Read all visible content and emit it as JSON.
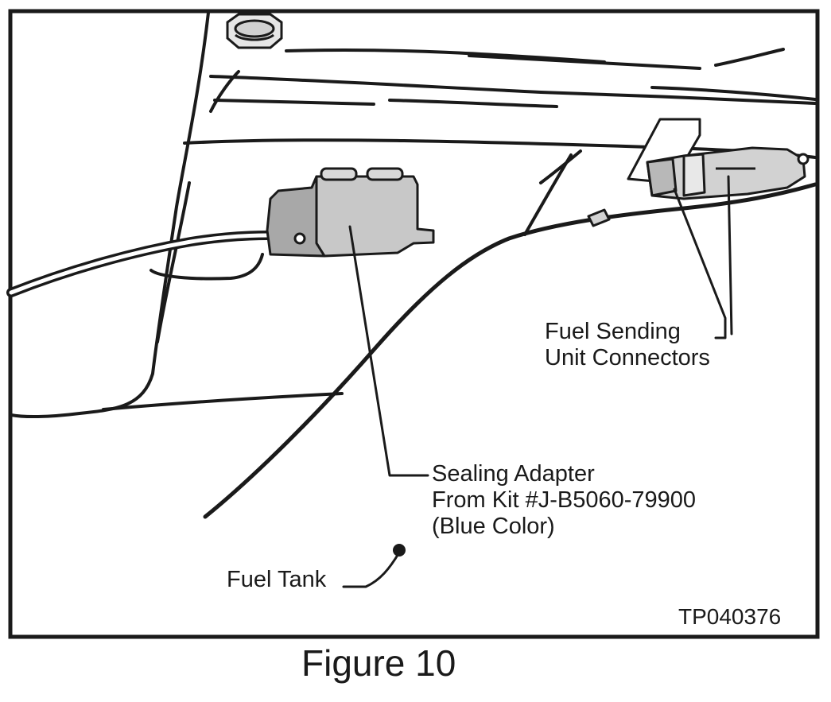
{
  "callouts": {
    "fuel_sending": {
      "line1": "Fuel Sending",
      "line2": "Unit Connectors"
    },
    "sealing_adapter": {
      "line1": "Sealing Adapter",
      "line2": "From Kit #J-B5060-79900",
      "line3": "(Blue Color)"
    },
    "fuel_tank": "Fuel Tank"
  },
  "reference_code": "TP040376",
  "caption": "Figure 10",
  "colors": {
    "line": "#1a1a1a",
    "adapter_fill": "#c8c8c8",
    "connector_fill": "#d2d2d2",
    "background": "#ffffff"
  }
}
